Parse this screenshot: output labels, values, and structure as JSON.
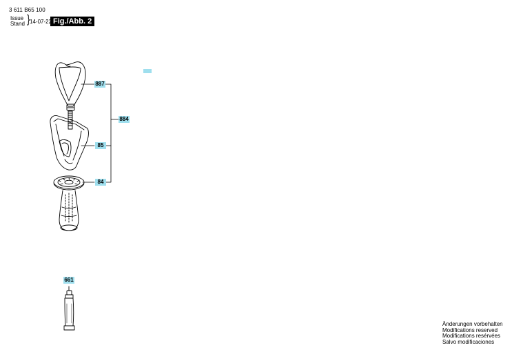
{
  "header": {
    "document_number": "3 611 B65 100",
    "issue_label": "Issue",
    "stand_label": "Stand",
    "date": "14-07-22",
    "figure_label": "Fig./Abb. 2"
  },
  "parts": [
    {
      "number": "887"
    },
    {
      "number": "884"
    },
    {
      "number": "85"
    },
    {
      "number": "84"
    },
    {
      "number": "661"
    }
  ],
  "notes": [
    "Änderungen vorbehalten",
    "Modifications reserved",
    "Modifications resérvées",
    "Salvo modificaciones"
  ],
  "colors": {
    "label_background": "#9fdfee",
    "figure_box": "#000000"
  }
}
